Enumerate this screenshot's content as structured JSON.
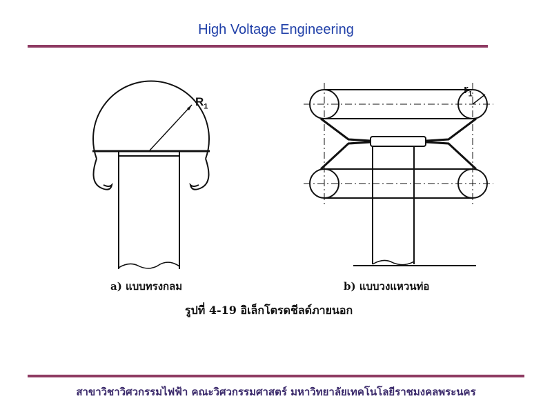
{
  "header": {
    "title": "High Voltage Engineering"
  },
  "figure": {
    "label_r1_a": "R",
    "label_r1_a_sub": "1",
    "label_r1_b": "r",
    "label_r1_b_sub": "1",
    "caption_a": "a) แบบทรงกลม",
    "caption_b": "b) แบบวงแหวนท่อ",
    "caption_figure": "รูปที่ 4-19  อิเล็กโตรดชีลด์ภายนอก"
  },
  "footer": {
    "text": "สาขาวิชาวิศวกรรมไฟฟ้า  คณะวิศวกรรมศาสตร์  มหาวิทยาลัยเทคโนโลยีราชมงคลพระนคร"
  },
  "colors": {
    "title": "#1f3fa8",
    "rule": "#8e3a62",
    "footer": "#3b2a6b"
  }
}
